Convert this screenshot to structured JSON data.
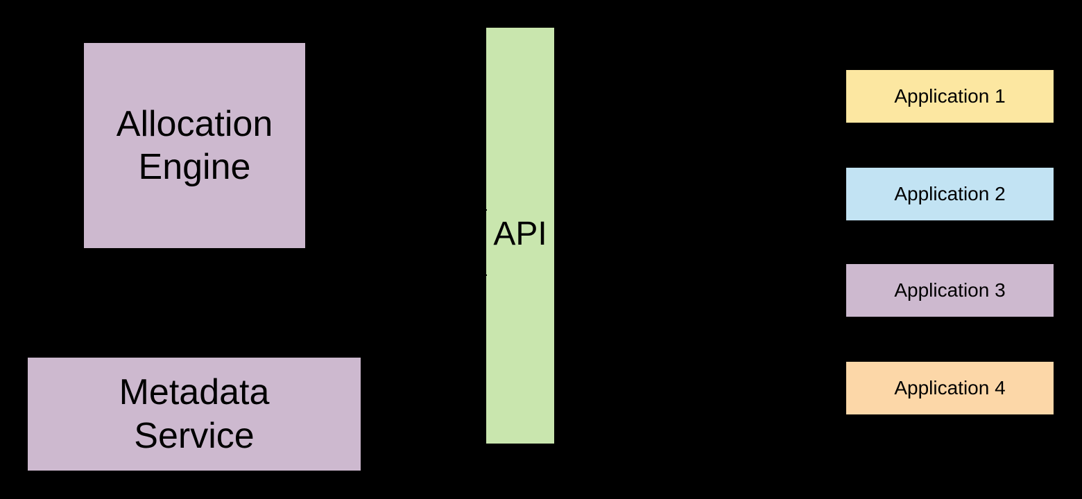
{
  "diagram": {
    "background": "#000000",
    "nodes": {
      "allocation_engine": {
        "line1": "Allocation",
        "line2": "Engine",
        "color": "#cdb9cf"
      },
      "metadata_service": {
        "line1": "Metadata",
        "line2": "Service",
        "color": "#cdb9cf"
      },
      "api": {
        "label": "API",
        "color": "#c9e6ae"
      },
      "applications": [
        {
          "label": "Application 1",
          "color": "#fce7a1"
        },
        {
          "label": "Application 2",
          "color": "#c2e3f3"
        },
        {
          "label": "Application 3",
          "color": "#cdb9cf"
        },
        {
          "label": "Application 4",
          "color": "#fcd7a8"
        }
      ]
    }
  }
}
